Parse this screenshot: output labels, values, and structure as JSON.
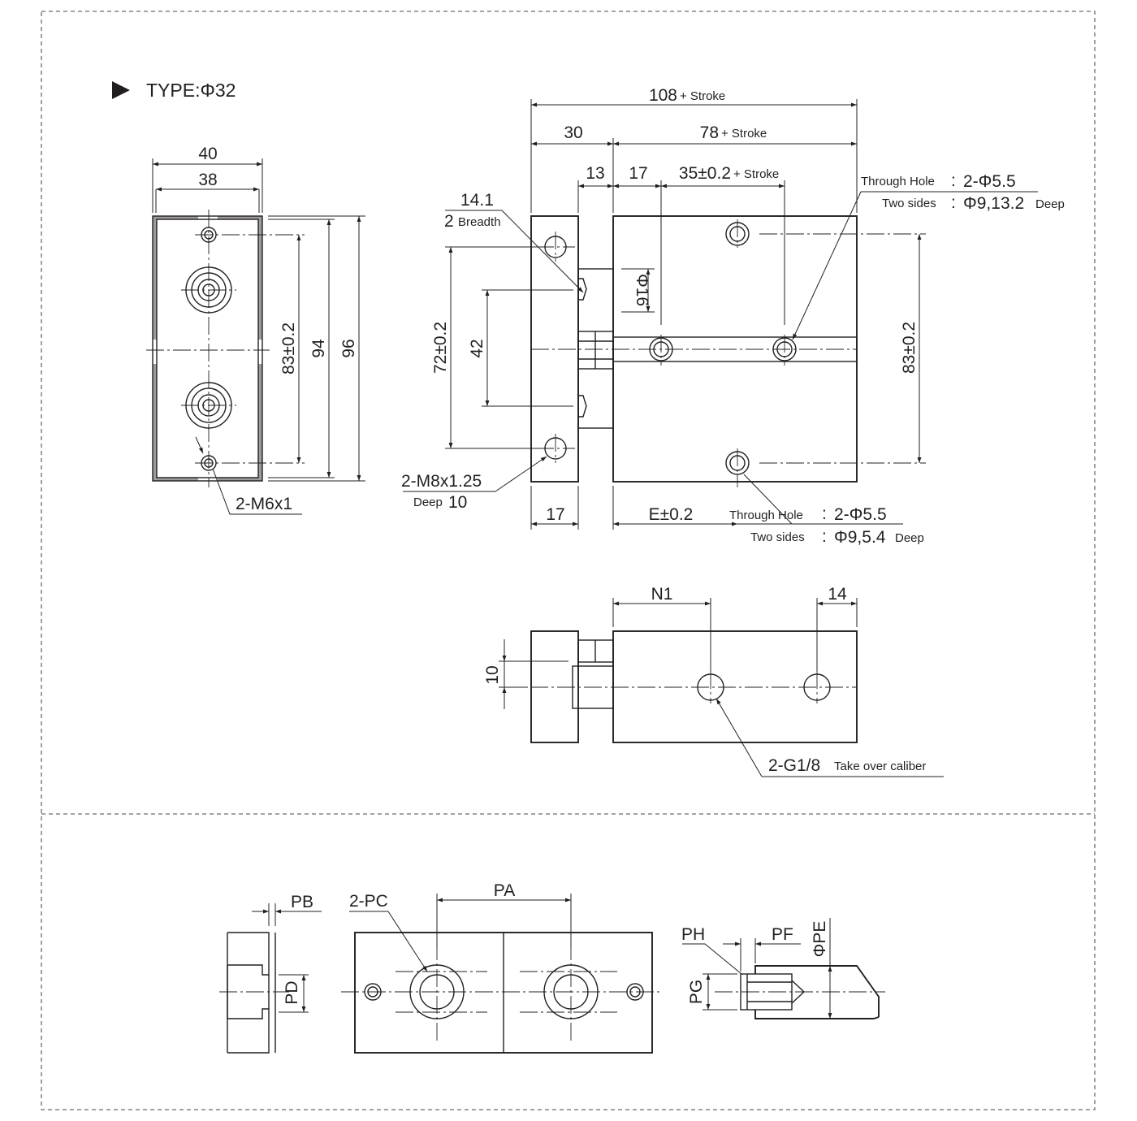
{
  "title": "TYPE:Φ32",
  "front": {
    "w40": "40",
    "w38": "38",
    "h83": "83±0.2",
    "h94": "94",
    "h96": "96",
    "m6": "2-M6x1"
  },
  "side": {
    "len108": "108",
    "len78": "78",
    "stroke_suffix": "+ Stroke",
    "d30": "30",
    "d13": "13",
    "d17": "17",
    "d35": "35±0.2",
    "d14_1": "14.1",
    "breadth_n": "2",
    "breadth_word": "Breadth",
    "phi16": "Φ16",
    "h72": "72±0.2",
    "h42": "42",
    "h83": "83±0.2",
    "m8": "2-M8x1.25",
    "deep_word": "Deep",
    "deep10": "10",
    "bottom17": "17",
    "e": "E±0.2",
    "through_hole": "Through Hole",
    "sep": ":",
    "hole55": "2-Φ5.5",
    "two_sides": "Two sides",
    "cb_top": "Φ9,13.2",
    "cb_bottom": "Φ9,5.4"
  },
  "port": {
    "n1": "N1",
    "d14": "14",
    "d10": "10",
    "g18": "2-G1/8",
    "caliber": "Take over caliber"
  },
  "detail": {
    "pb": "PB",
    "pd": "PD",
    "pc": "2-PC",
    "pa": "PA",
    "ph": "PH",
    "pf": "PF",
    "pe": "ΦPE",
    "pg": "PG"
  }
}
